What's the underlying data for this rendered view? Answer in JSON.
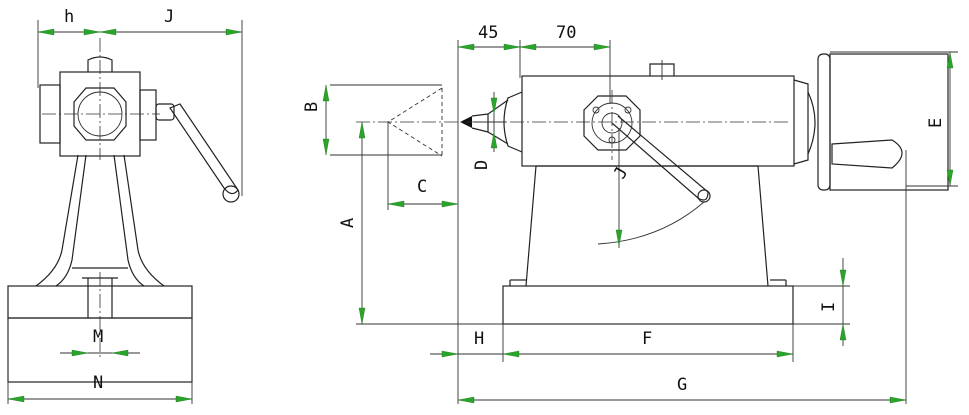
{
  "labels": {
    "h": "h",
    "J": "J",
    "M": "M",
    "N": "N",
    "d45": "45",
    "d70": "70",
    "B": "B",
    "A": "A",
    "C": "C",
    "D": "D",
    "E": "E",
    "F": "F",
    "G": "G",
    "H": "H",
    "I": "I",
    "j": "J"
  },
  "colors": {
    "arrow": "#2aa42a",
    "line": "#222222"
  }
}
